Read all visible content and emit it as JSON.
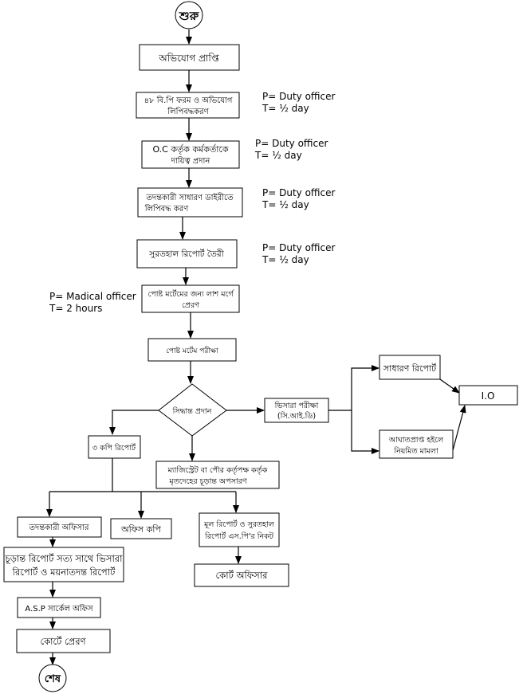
{
  "nodes": {
    "start": {
      "label": "শুরু"
    },
    "complaint": {
      "label": "অভিযোগ প্রাপ্তি"
    },
    "record_48bp": {
      "lines": [
        "৪৮ বি.পি ফরম ও অভিযোগ",
        "লিপিবদ্ধকরণ"
      ]
    },
    "oc_assign": {
      "lines": [
        "O.C কর্তৃক কর্মকর্তাকে",
        "দায়িত্ব প্রদান"
      ]
    },
    "gd_entry": {
      "lines": [
        "তদন্তকারী সাধারণ ডাইরীতে",
        "লিপিবদ্ধ করণ"
      ]
    },
    "inquest": {
      "label": "সুরতহাল রিপোর্ট তৈরী"
    },
    "send_morgue": {
      "lines": [
        "পোষ্ট মর্টেমের জন্য লাশ মর্গে",
        "প্রেরণ"
      ]
    },
    "pm_exam": {
      "label": "পোষ্ট মর্টেম পরীক্ষা"
    },
    "decision": {
      "label": "সিদ্ধান্ত প্রদান"
    },
    "viscera": {
      "lines": [
        "ভিসারা পরীক্ষা",
        "(সি.আই.ডি)"
      ]
    },
    "general_report": {
      "label": "সাধারণ রিপোর্ট"
    },
    "io": {
      "label": "I.O"
    },
    "regular_case": {
      "lines": [
        "আঘাতপ্রাপ্ত হইলে",
        "নিয়মিত মামলা"
      ]
    },
    "three_copy": {
      "label": "৩ কপি রিপোর্ট"
    },
    "body_handover": {
      "lines": [
        "ম্যাজিস্ট্রেট বা পৌর কর্তৃপক্ষ কর্তৃক",
        "মৃতদেহের চূড়ান্ত অপসারণ"
      ]
    },
    "investigating_officer": {
      "label": "তদন্তকারী অফিসার"
    },
    "office_copy": {
      "label": "অফিস কপি"
    },
    "original_report": {
      "lines": [
        "মূল রিপোর্ট ও সুরতহাল",
        "রিপোর্ট এস.পি'র নিকট"
      ]
    },
    "final_report": {
      "lines": [
        "চূড়ান্ত রিপোর্ট সত্য সাথে ভিসারা",
        "রিপোর্ট ও ময়নাতদন্ত রিপোর্ট"
      ]
    },
    "court_officer": {
      "label": "কোর্ট অফিসার"
    },
    "asp_circle": {
      "label": "A.S.P সার্কেল অফিস"
    },
    "send_court": {
      "label": "কোর্টে প্রেরণ"
    },
    "end": {
      "label": "শেষ"
    }
  },
  "annotations": {
    "record_48bp": {
      "p": "P= Duty officer",
      "t": "T= ½ day"
    },
    "oc_assign": {
      "p": "P= Duty officer",
      "t": "T= ½ day"
    },
    "gd_entry": {
      "p": "P= Duty officer",
      "t": "T= ½ day"
    },
    "inquest": {
      "p": "P= Duty officer",
      "t": "T= ½ day"
    },
    "send_morgue": {
      "p": "P= Madical officer",
      "t": "T= 2 hours"
    }
  }
}
